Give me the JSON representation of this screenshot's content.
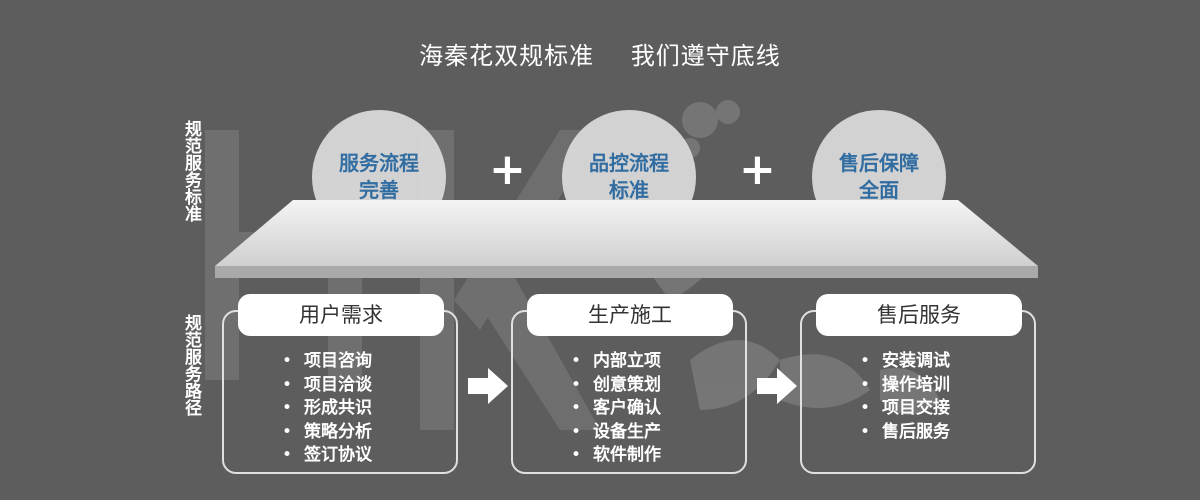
{
  "headline": {
    "left": "海秦花双规标准",
    "right": "我们遵守底线"
  },
  "labels": {
    "standard": "规范服务标准",
    "path": "规范服务路径"
  },
  "circles": [
    {
      "text": "服务流程完善"
    },
    {
      "text": "品控流程标准"
    },
    {
      "text": "售后保障全面"
    }
  ],
  "plus": "+",
  "stages": [
    {
      "title": "用户需求",
      "items": [
        "项目咨询",
        "项目洽谈",
        "形成共识",
        "策略分析",
        "签订协议"
      ]
    },
    {
      "title": "生产施工",
      "items": [
        "内部立项",
        "创意策划",
        "客户确认",
        "设备生产",
        "软件制作"
      ]
    },
    {
      "title": "售后服务",
      "items": [
        "安装调试",
        "操作培训",
        "项目交接",
        "售后服务"
      ]
    }
  ],
  "colors": {
    "background": "#5d5d5d",
    "circle_text": "#2f6fa8",
    "platform": "#dcdcdc"
  }
}
